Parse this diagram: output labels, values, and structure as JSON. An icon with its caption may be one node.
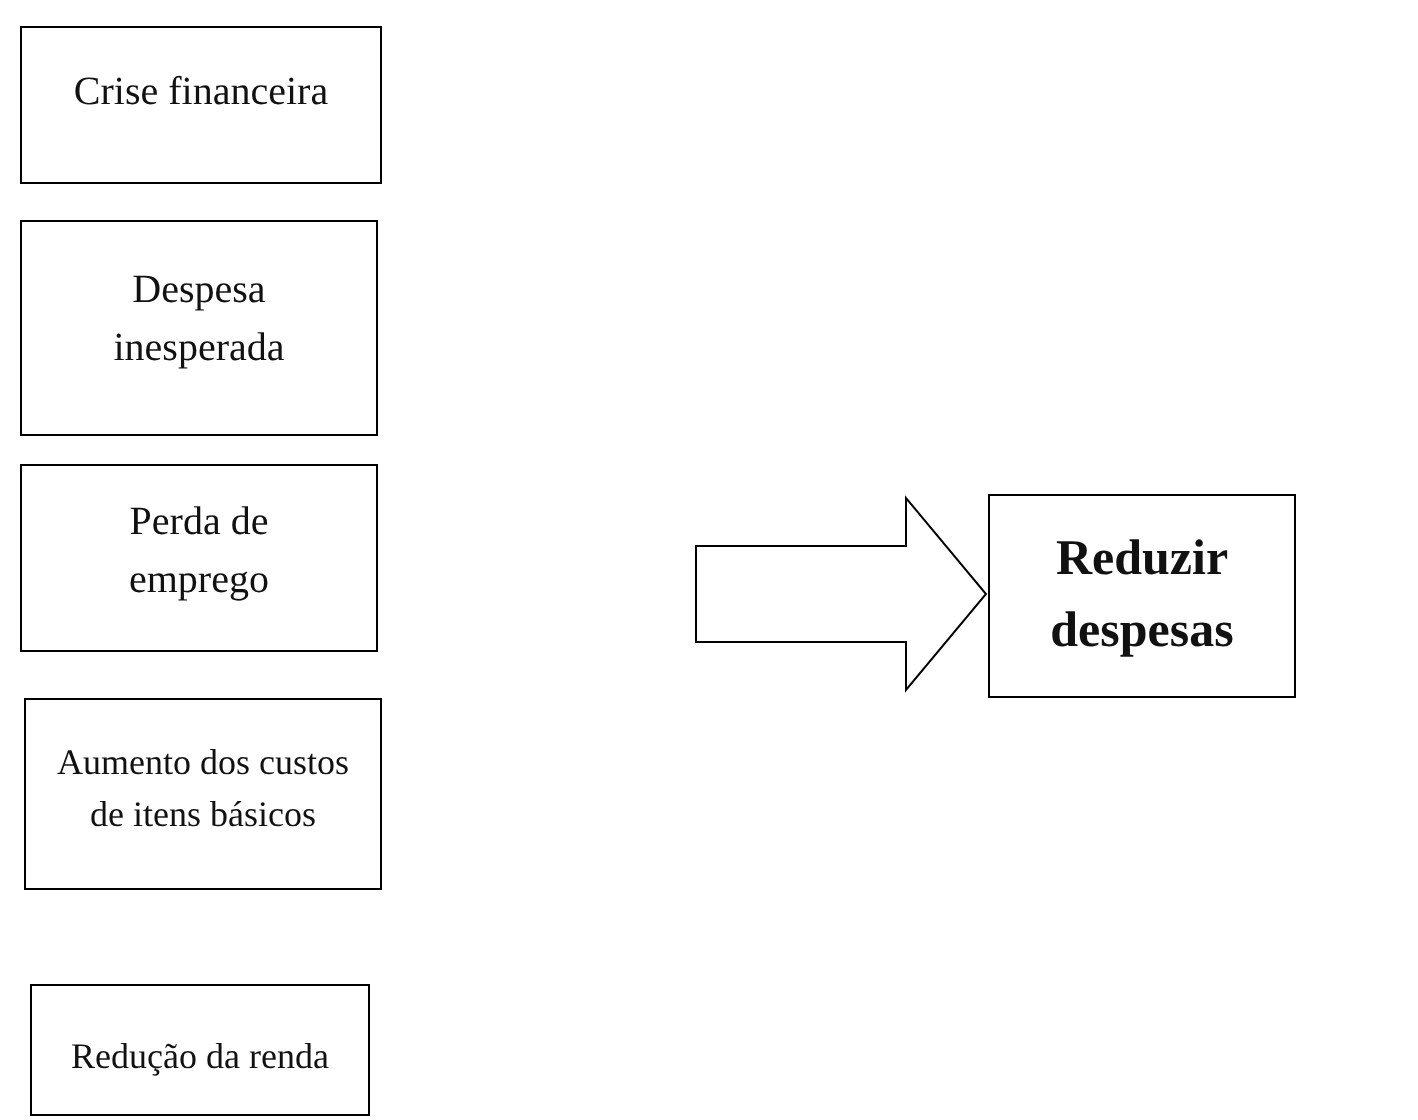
{
  "diagram": {
    "nodes": [
      {
        "text": [
          "Crise financeira"
        ]
      },
      {
        "text": [
          "Despesa inesperada"
        ]
      },
      {
        "text": [
          "Perda de emprego"
        ]
      },
      {
        "text": [
          "Aumento dos custos de itens básicos"
        ]
      },
      {
        "text": [
          "Redução da renda"
        ]
      },
      {
        "text": [
          "Reduzir despesas"
        ]
      }
    ],
    "edges": [
      {
        "from": null,
        "to": 5,
        "arrow": "to"
      }
    ]
  }
}
